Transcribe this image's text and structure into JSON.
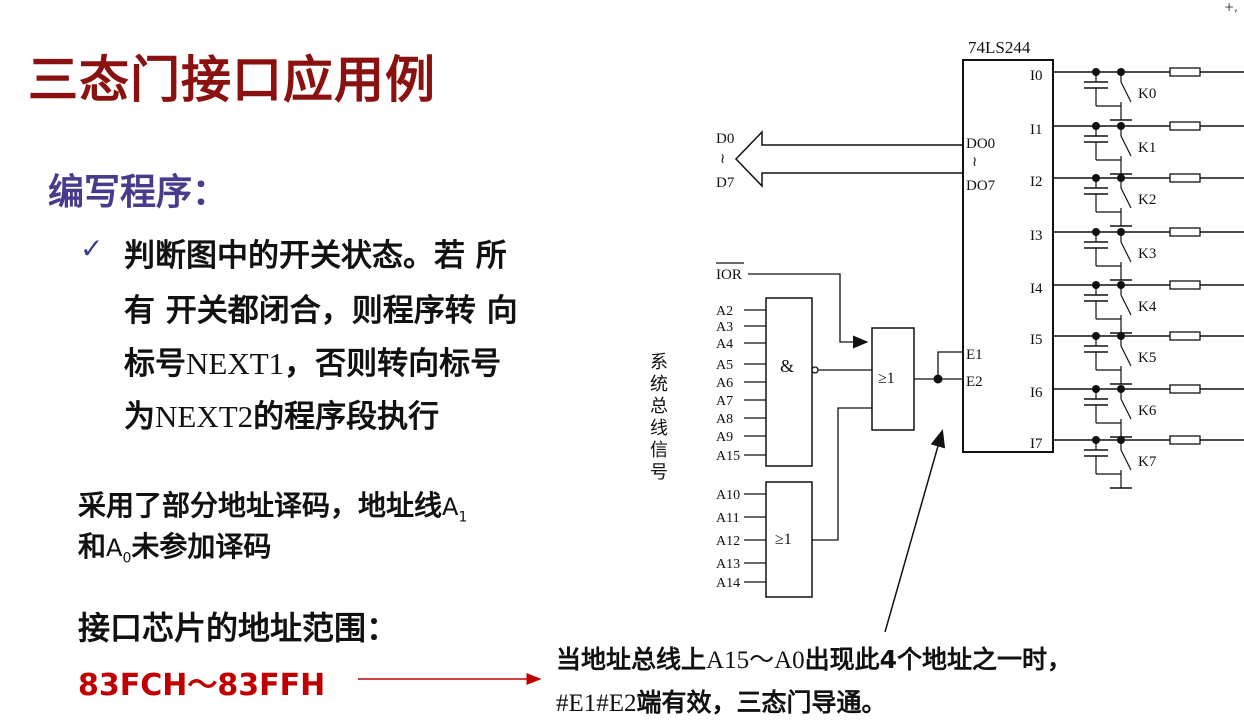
{
  "page": {
    "title": "三态门接口应用例",
    "corner_mark": "+,"
  },
  "program": {
    "heading": "编写程序：",
    "bullet_lines": [
      [
        "判断图中的开关状态。若 所"
      ],
      [
        "有 开关都闭合，则程序转 向"
      ],
      [
        "标号",
        "NEXT1",
        "，否则转向标号"
      ],
      [
        "为",
        "NEXT2",
        "的程序段执行"
      ]
    ]
  },
  "decode_note": {
    "line1_text": "采用了部分地址译码，地址线",
    "line1_A": "A",
    "line1_sub": "1",
    "line2_prefix": "和",
    "line2_A": "A",
    "line2_sub": "0",
    "line2_suffix": "未参加译码"
  },
  "address_range": {
    "label": "接口芯片的地址范围：",
    "value": "83FCH～83FFH"
  },
  "callout": {
    "line1_a": "当地址总线上",
    "line1_b": "A15～A0",
    "line1_c": "出现此4个地址之一时，",
    "line2_a": "#E1#E2",
    "line2_b": "端有效，三态门导通。"
  },
  "diagram": {
    "chip_label": "74LS244",
    "inputs": [
      "I0",
      "I1",
      "I2",
      "I3",
      "I4",
      "I5",
      "I6",
      "I7"
    ],
    "switches": [
      "K0",
      "K1",
      "K2",
      "K3",
      "K4",
      "K5",
      "K6",
      "K7"
    ],
    "data_out_top": "DO0",
    "data_out_bottom": "DO7",
    "data_bus_top": "D0",
    "data_bus_bottom": "D7",
    "wave": "≀",
    "enables": [
      "E1",
      "E2"
    ],
    "ior": "IOR",
    "and_gate_symbol": "&",
    "and_inputs": [
      "A2",
      "A3",
      "A4",
      "A5",
      "A6",
      "A7",
      "A8",
      "A9",
      "A15"
    ],
    "or_gate_symbol": "≥1",
    "or_inputs": [
      "A10",
      "A11",
      "A12",
      "A13",
      "A14"
    ],
    "final_gate_symbol": "≥1",
    "bus_label_chars": [
      "系",
      "统",
      "总",
      "线",
      "信",
      "号"
    ]
  }
}
